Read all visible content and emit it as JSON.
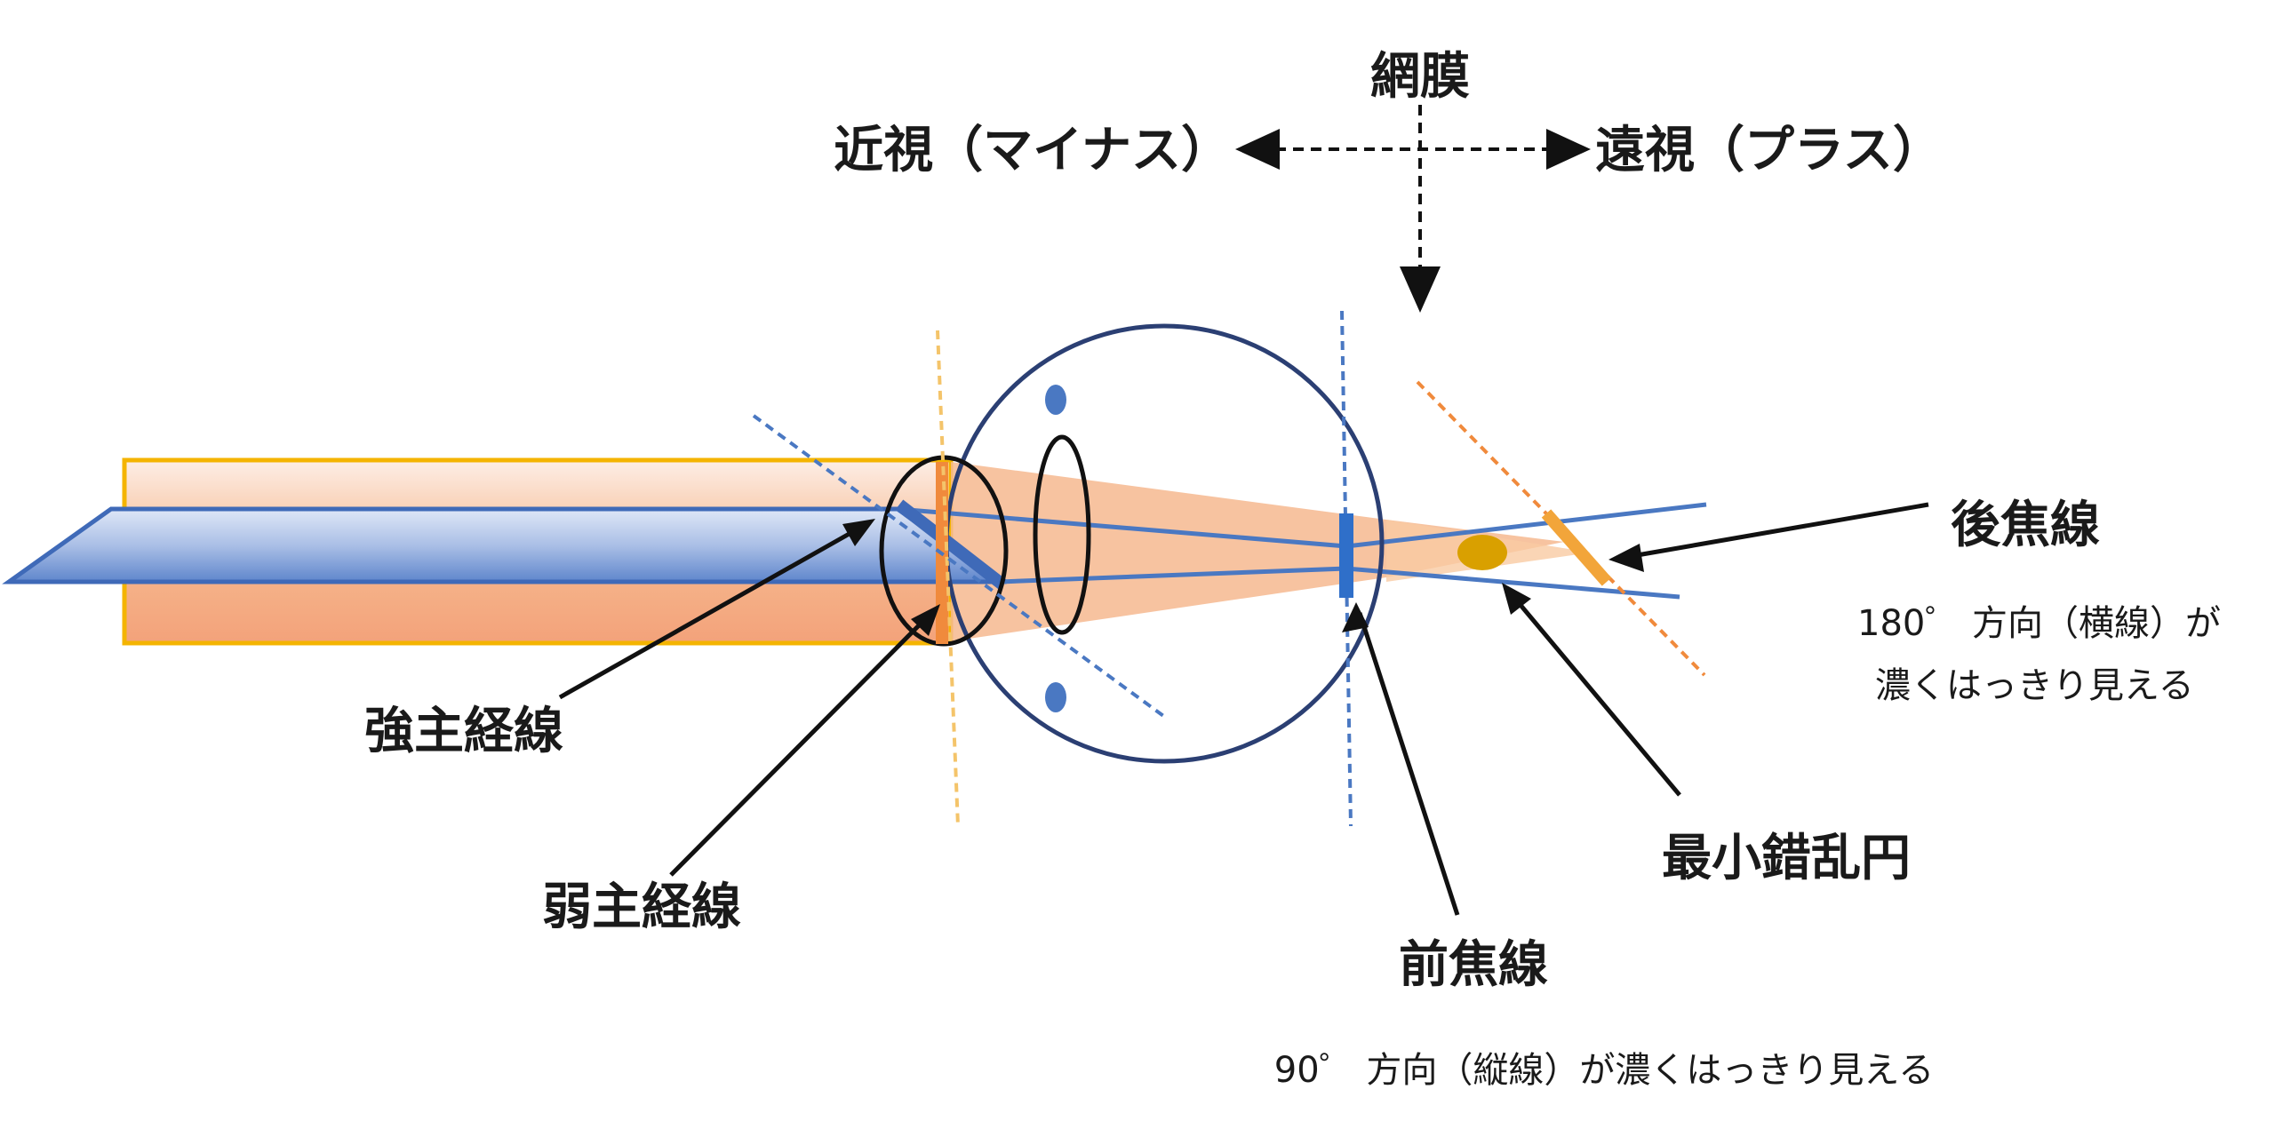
{
  "labels": {
    "retina": "網膜",
    "myopia": "近視（マイナス）",
    "hyperopia": "遠視（プラス）",
    "strong_meridian": "強主経線",
    "weak_meridian": "弱主経線",
    "anterior_focal_line": "前焦線",
    "anterior_note": "90゜ 方向（縦線）が濃くはっきり見える",
    "posterior_focal_line": "後焦線",
    "posterior_note_1": "180゜ 方向（横線）が",
    "posterior_note_2": "濃くはっきり見える",
    "circle_of_least_confusion": "最小錯乱円"
  },
  "colors": {
    "orange_beam": "#f6b98f",
    "orange_border": "#f4b400",
    "blue_beam": "#4a78c2",
    "eye_outline": "#2b3f73",
    "dashed_orange": "#f0a060",
    "dashed_blue": "#4a78c2",
    "focal_dot": "#d9a000",
    "arrow": "#111111"
  }
}
